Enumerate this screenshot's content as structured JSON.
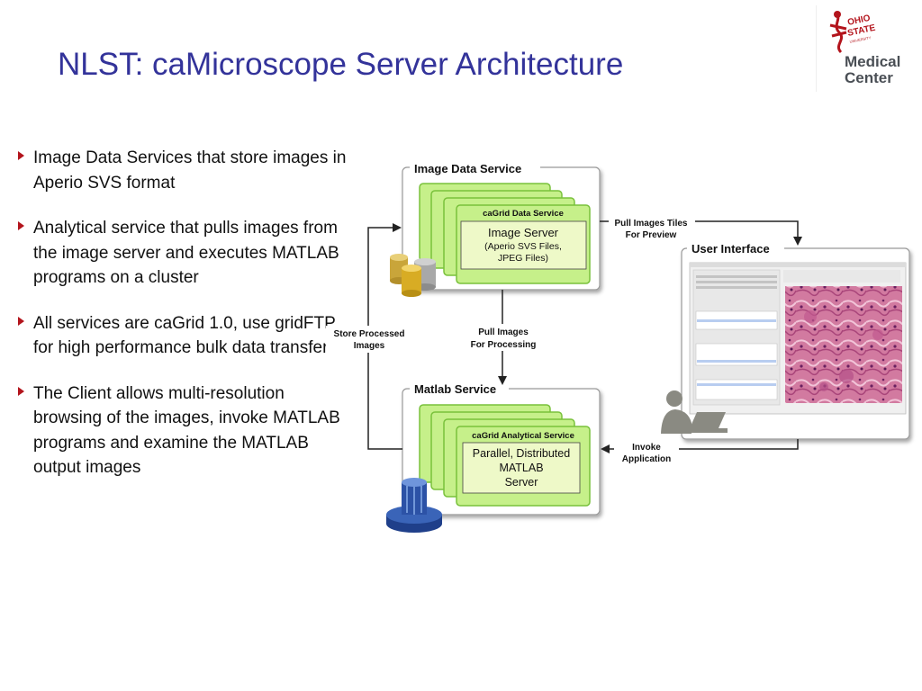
{
  "slide": {
    "title": "NLST: caMicroscope Server Architecture",
    "logo": {
      "text": "OHIO STATE UNIVERSITY",
      "medical": "Medical",
      "center": "Center"
    },
    "bullets": [
      "Image Data Services that store images in Aperio SVS format",
      "Analytical service that pulls images from the image server and executes MATLAB programs on a cluster",
      "All services are caGrid 1.0, use gridFTP for high performance bulk data transfer",
      "The Client allows multi-resolution browsing of the images, invoke MATLAB programs and examine the MATLAB output images"
    ]
  },
  "diagram": {
    "image_data_service": {
      "label": "Image Data Service",
      "inner_label": "caGrid Data Service",
      "server_line1": "Image Server",
      "server_line2": "(Aperio SVS Files,",
      "server_line3": "JPEG Files)"
    },
    "matlab_service": {
      "label": "Matlab Service",
      "inner_label": "caGrid Analytical Service",
      "server_line1": "Parallel, Distributed",
      "server_line2": "MATLAB",
      "server_line3": "Server"
    },
    "user_interface": {
      "label": "User Interface"
    },
    "arrows": {
      "pull_tiles_1": "Pull Images Tiles",
      "pull_tiles_2": "For Preview",
      "pull_processing_1": "Pull Images",
      "pull_processing_2": "For Processing",
      "store_1": "Store Processed",
      "store_2": "Images",
      "invoke_1": "Invoke",
      "invoke_2": "Application"
    }
  },
  "colors": {
    "title": "#33339a",
    "bullet_arrow": "#b3141c",
    "logo_red": "#b3141c",
    "card_green": "#c6f08a",
    "card_border": "#79c13b",
    "histology_pink": "#d27aa0"
  }
}
